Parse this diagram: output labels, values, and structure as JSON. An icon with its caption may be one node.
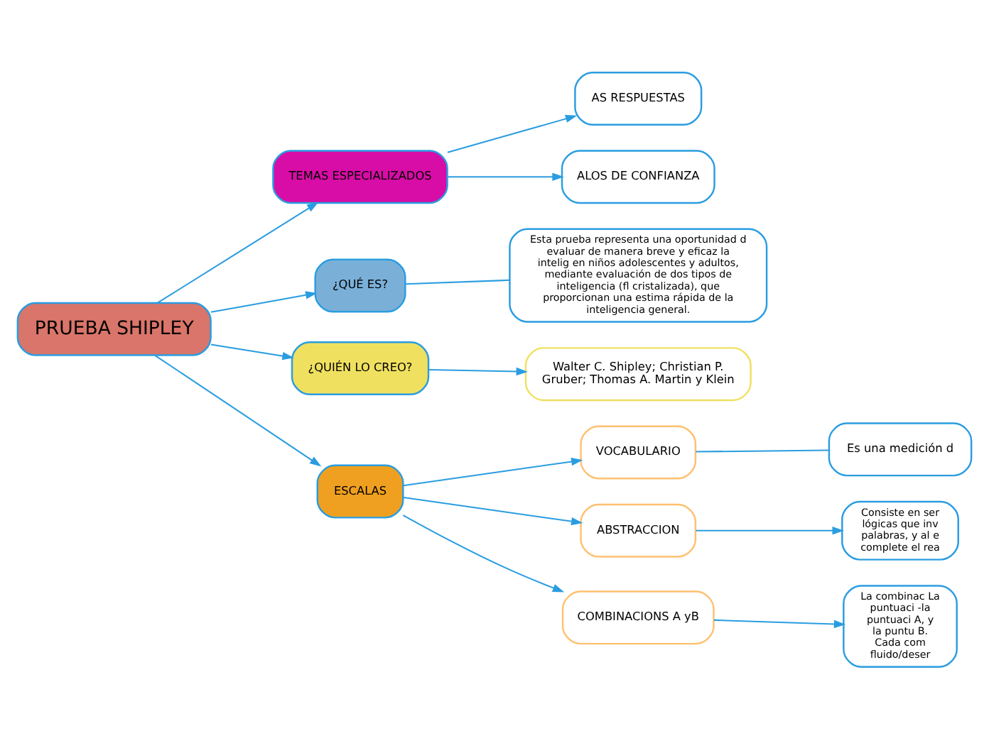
{
  "diagram": {
    "nodes": [
      {
        "text": [
          "PRUEBA SHIPLEY"
        ]
      },
      {
        "text": [
          "TEMAS ESPECIALIZADOS"
        ]
      },
      {
        "text": [
          "AS RESPUESTAS"
        ]
      },
      {
        "text": [
          "ALOS DE CONFIANZA"
        ]
      },
      {
        "text": [
          "¿QUÉ ES?"
        ]
      },
      {
        "text": [
          "Esta prueba representa una oportunidad d evaluar de manera breve y eficaz la intelig en niños adolescentes y adultos, mediante evaluación de dos tipos de inteligencia (fl cristalizada), que proporcionan una estima rápida de la inteligencia general."
        ]
      },
      {
        "text": [
          "¿QUIÉN LO CREO?"
        ]
      },
      {
        "text": [
          "Walter C. Shipley; Christian P. Gruber; Thomas A. Martin y Klein"
        ]
      },
      {
        "text": [
          "ESCALAS"
        ]
      },
      {
        "text": [
          "VOCABULARIO"
        ]
      },
      {
        "text": [
          "Es una medición d"
        ]
      },
      {
        "text": [
          "ABSTRACCION"
        ]
      },
      {
        "text": [
          "Consiste en ser lógicas que inv palabras, y al e complete el rea"
        ]
      },
      {
        "text": [
          "COMBINACIONS A yB"
        ]
      },
      {
        "text": [
          "La combinac La puntuaci -la puntuaci A, y la puntu B. Cada com fluido/deser"
        ]
      }
    ],
    "edges": [
      {
        "from": 0,
        "to": 1,
        "arrow": "to"
      },
      {
        "from": 1,
        "to": 2,
        "arrow": "to"
      },
      {
        "from": 1,
        "to": 3,
        "arrow": "to"
      },
      {
        "from": 0,
        "to": 4,
        "arrow": "to"
      },
      {
        "from": 4,
        "to": 5,
        "arrow": "none"
      },
      {
        "from": 0,
        "to": 6,
        "arrow": "to"
      },
      {
        "from": 6,
        "to": 7,
        "arrow": "to"
      },
      {
        "from": 0,
        "to": 8,
        "arrow": "to"
      },
      {
        "from": 8,
        "to": 9,
        "arrow": "to"
      },
      {
        "from": 9,
        "to": 10,
        "arrow": "none"
      },
      {
        "from": 8,
        "to": 11,
        "arrow": "to"
      },
      {
        "from": 11,
        "to": 12,
        "arrow": "to"
      },
      {
        "from": 8,
        "to": 13,
        "arrow": "to"
      },
      {
        "from": 13,
        "to": 14,
        "arrow": "to"
      }
    ]
  }
}
